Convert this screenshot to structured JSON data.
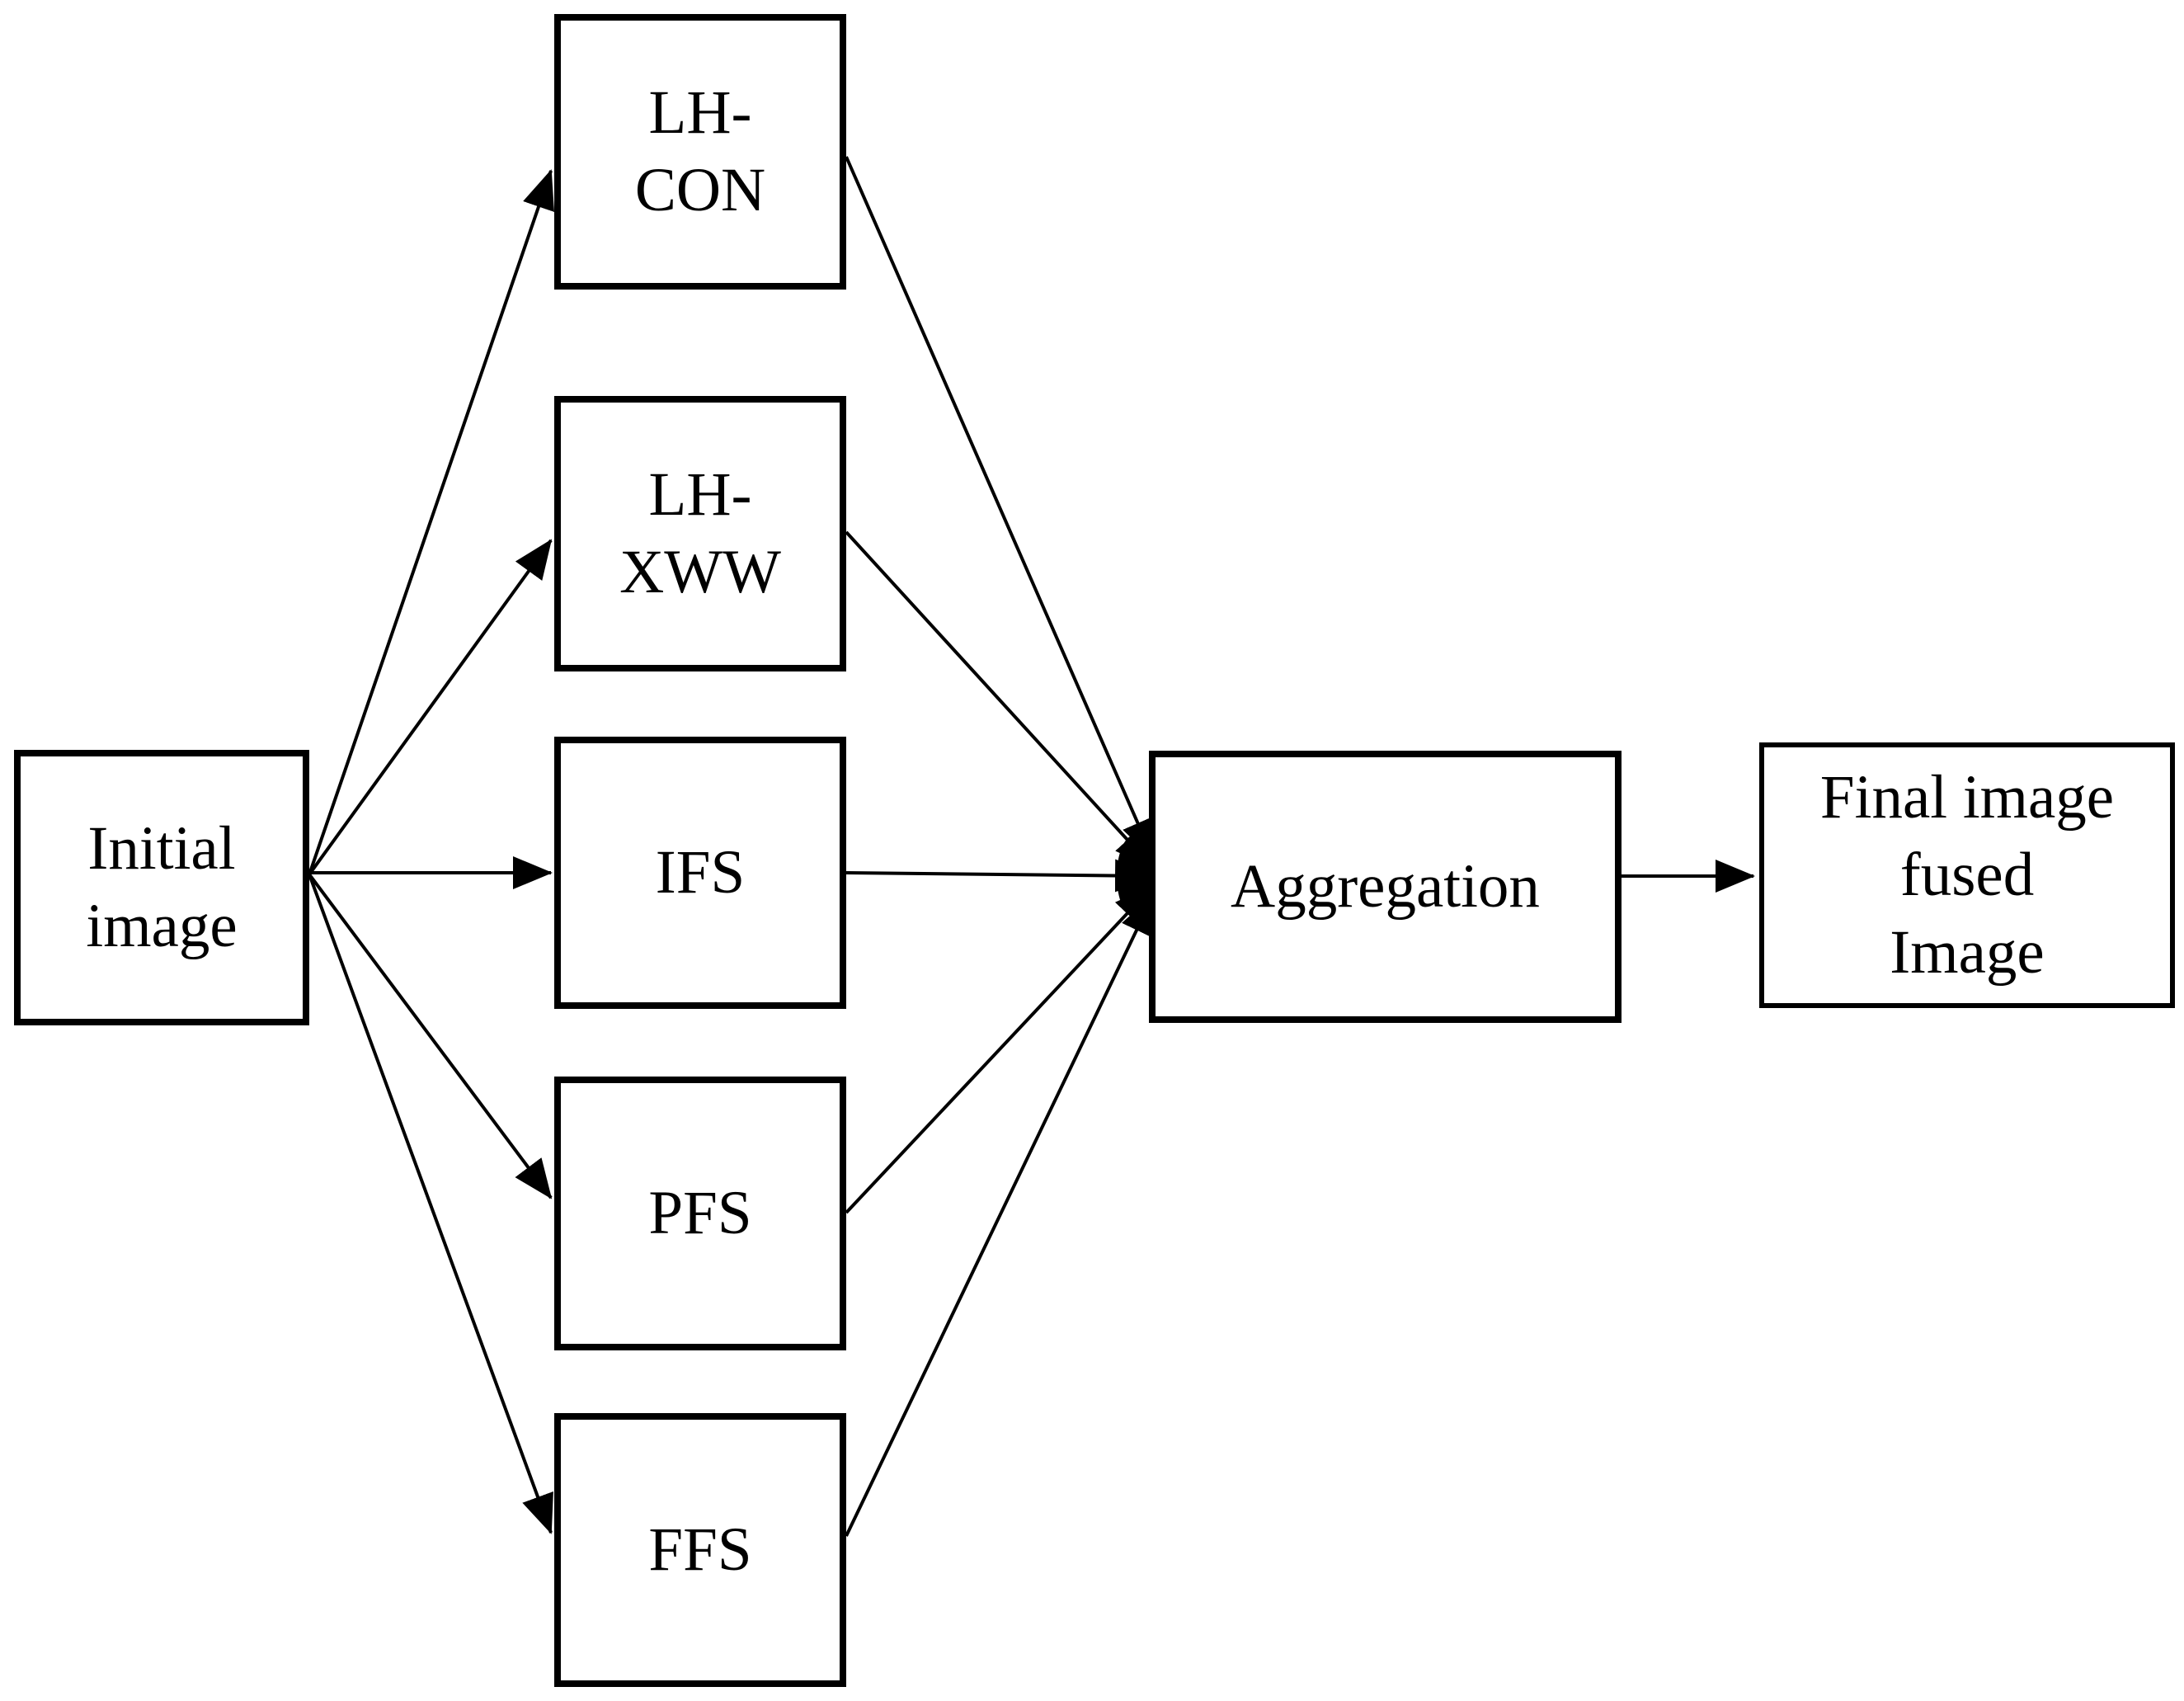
{
  "diagram": {
    "background_color": "#ffffff",
    "stroke_color": "#000000",
    "nodes": {
      "initial_image": {
        "lines": [
          "Initial",
          "image"
        ]
      },
      "lh_con": {
        "lines": [
          "LH-",
          "CON"
        ]
      },
      "lh_xww": {
        "lines": [
          "LH-",
          "XWW"
        ]
      },
      "ifs": {
        "lines": [
          "IFS"
        ]
      },
      "pfs": {
        "lines": [
          "PFS"
        ]
      },
      "ffs": {
        "lines": [
          "FFS"
        ]
      },
      "aggregation": {
        "lines": [
          "Aggregation"
        ]
      },
      "final_image": {
        "lines": [
          "Final image",
          "fused",
          "Image"
        ]
      }
    },
    "edges": [
      {
        "from": "initial_image",
        "to": "lh_con"
      },
      {
        "from": "initial_image",
        "to": "lh_xww"
      },
      {
        "from": "initial_image",
        "to": "ifs"
      },
      {
        "from": "initial_image",
        "to": "pfs"
      },
      {
        "from": "initial_image",
        "to": "ffs"
      },
      {
        "from": "lh_con",
        "to": "aggregation"
      },
      {
        "from": "lh_xww",
        "to": "aggregation"
      },
      {
        "from": "ifs",
        "to": "aggregation"
      },
      {
        "from": "pfs",
        "to": "aggregation"
      },
      {
        "from": "ffs",
        "to": "aggregation"
      },
      {
        "from": "aggregation",
        "to": "final_image"
      }
    ]
  }
}
